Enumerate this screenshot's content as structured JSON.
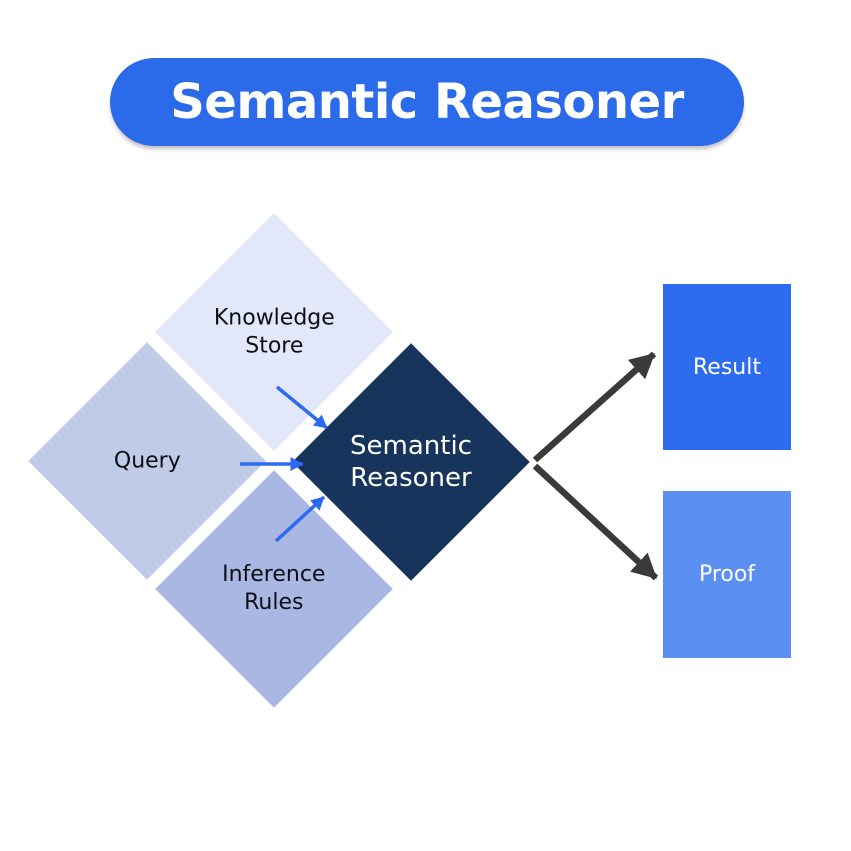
{
  "title": {
    "label": "Semantic Reasoner"
  },
  "nodes": {
    "knowledge_store": {
      "line1": "Knowledge",
      "line2": "Store"
    },
    "query": {
      "line1": "Query"
    },
    "inference_rules": {
      "line1": "Inference",
      "line2": "Rules"
    },
    "semantic_reasoner": {
      "line1": "Semantic",
      "line2": "Reasoner"
    },
    "result": {
      "label": "Result"
    },
    "proof": {
      "label": "Proof"
    }
  },
  "edges": [
    {
      "from": "knowledge_store",
      "to": "semantic_reasoner",
      "style": "blue"
    },
    {
      "from": "query",
      "to": "semantic_reasoner",
      "style": "blue"
    },
    {
      "from": "inference_rules",
      "to": "semantic_reasoner",
      "style": "blue"
    },
    {
      "from": "semantic_reasoner",
      "to": "result",
      "style": "dark"
    },
    {
      "from": "semantic_reasoner",
      "to": "proof",
      "style": "dark"
    }
  ],
  "colors": {
    "background": "#ffffff",
    "pill": "#2b6bea",
    "knowledge": "#e2e7f9",
    "query": "#bfcbe7",
    "inference": "#a9b7e3",
    "reasoner": "#16345c",
    "result": "#2d6cee",
    "proof": "#5b90f2",
    "arrow_blue": "#2e6af0",
    "arrow_dark": "#3a3a3a"
  }
}
